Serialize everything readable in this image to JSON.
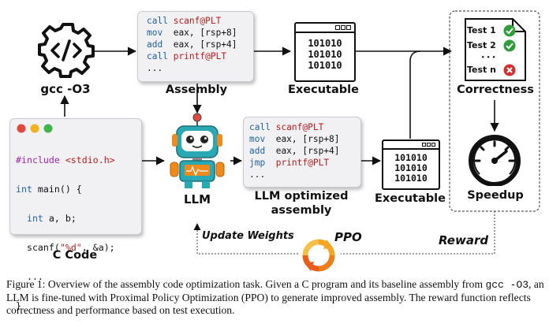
{
  "labels": {
    "gcc": "gcc -O3",
    "assembly": "Assembly",
    "executable_top": "Executable",
    "correctness": "Correctness",
    "llm": "LLM",
    "llm_opt_line1": "LLM optimized",
    "llm_opt_line2": "assembly",
    "executable_mid": "Executable",
    "speedup": "Speedup",
    "c_code": "C Code",
    "update_weights": "Update Weights",
    "ppo": "PPO",
    "reward": "Reward"
  },
  "assembly_block": [
    {
      "op": "call",
      "arg": "scanf@PLT",
      "type": "fn"
    },
    {
      "op": "mov",
      "arg": "eax, [rsp+8]",
      "type": "reg"
    },
    {
      "op": "add",
      "arg": "eax, [rsp+4]",
      "type": "reg"
    },
    {
      "op": "call",
      "arg": "printf@PLT",
      "type": "fn"
    },
    {
      "op": "...",
      "arg": "",
      "type": "reg"
    }
  ],
  "llm_assembly_block": [
    {
      "op": "call",
      "arg": "scanf@PLT",
      "type": "fn"
    },
    {
      "op": "mov",
      "arg": "eax, [rsp+8]",
      "type": "reg"
    },
    {
      "op": "add",
      "arg": "eax, [rsp+4]",
      "type": "reg"
    },
    {
      "op": "jmp",
      "arg": "printf@PLT",
      "type": "fn"
    },
    {
      "op": "...",
      "arg": "",
      "type": "reg"
    }
  ],
  "c_code": {
    "include_kw": "#include",
    "include_file": "<stdio.h>",
    "main_kw": "int",
    "main_rest": " main() {",
    "decl_kw": "int",
    "decl_rest": " a, b;",
    "scanf_pre": "scanf(",
    "scanf_str": "\"%d\"",
    "scanf_post": ", &a);",
    "dots": "...",
    "close": "}"
  },
  "binary_lines": [
    "101010",
    "101010",
    "101010"
  ],
  "tests": [
    {
      "label": "Test 1",
      "status": "pass"
    },
    {
      "label": "Test 2",
      "status": "pass"
    },
    {
      "label": "• • •",
      "status": "none"
    },
    {
      "label": "Test n",
      "status": "fail"
    }
  ],
  "caption": {
    "p1": "Figure 1:  Overview of the assembly code optimization task. Given a C program and its baseline assembly from ",
    "code": "gcc -O3",
    "p2": ", an LLM is fine-tuned with Proximal Policy Optimization (PPO) to generate improved assembly. The reward function reflects correctness and performance based on test execution."
  },
  "colors": {
    "keyword": "#1f5fa8",
    "function": "#b71c1c",
    "pass": "#2e9d3a",
    "fail": "#d32f2f",
    "robot_teal": "#2aa9b4",
    "robot_orange": "#f08a1c"
  }
}
